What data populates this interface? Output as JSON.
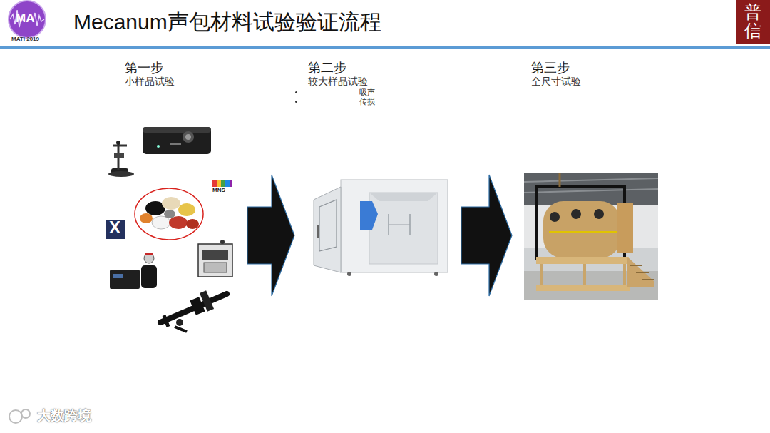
{
  "diagram": {
    "title": "Mecanum声包材料试验验证流程",
    "nodes": [
      {
        "text": [
          "第一步",
          "小样品试验"
        ]
      },
      {
        "text": [
          "第二步",
          "较大样品试验",
          "吸声",
          "传损"
        ]
      },
      {
        "text": [
          "第三步",
          "全尺寸试验"
        ]
      }
    ],
    "edges": [
      {
        "from": 0,
        "to": 1,
        "arrow": "to"
      },
      {
        "from": 1,
        "to": 2,
        "arrow": "to"
      }
    ],
    "labels": [
      "MA",
      "MATI 2019",
      "普信",
      "MNS",
      "X",
      "大数跨境"
    ]
  }
}
